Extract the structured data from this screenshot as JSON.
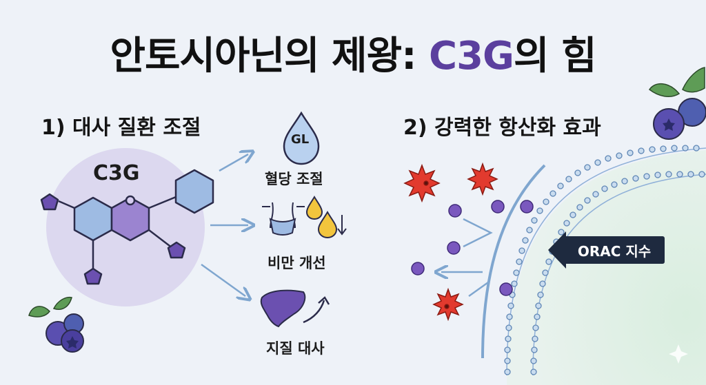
{
  "title": {
    "main": "안토시아닌의 제왕: ",
    "accent": "C3G",
    "suffix": "의 힘"
  },
  "section1": {
    "heading": "1) 대사 질환 조절",
    "molecule_label": "C3G",
    "effects": [
      {
        "label": "혈당 조절",
        "icon": "blood-glucose-drop-icon",
        "icon_text": "GL"
      },
      {
        "label": "비만 개선",
        "icon": "waist-fat-drop-icon"
      },
      {
        "label": "지질 대사",
        "icon": "liver-icon"
      }
    ]
  },
  "section2": {
    "heading": "2) 강력한 항산화 효과",
    "badge": "ORAC 지수"
  },
  "colors": {
    "accent": "#5b3f9e",
    "molecule_fill": "#9b84d0",
    "ring_blue": "#9ebbe3",
    "radical_red": "#e23a2e",
    "membrane_blue": "#7fa6cf",
    "badge_dark": "#1e2a3f"
  }
}
